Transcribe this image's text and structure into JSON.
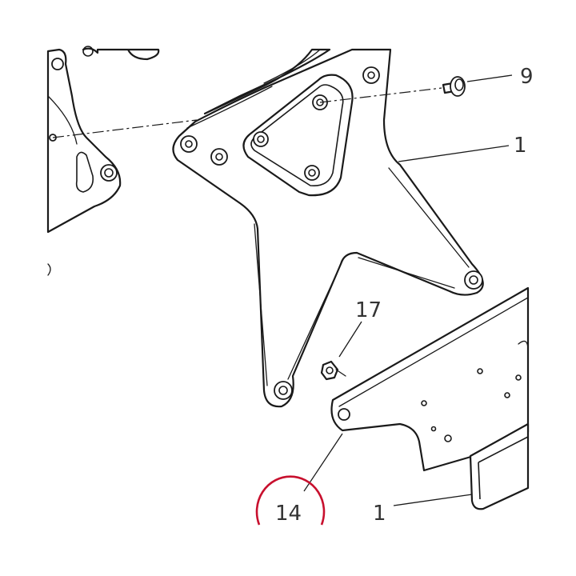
{
  "callouts": {
    "label_9": "9",
    "label_1_top": "1",
    "label_17": "17",
    "label_14": "14",
    "label_1_bottom": "1"
  },
  "colors": {
    "highlight": "#c8102e",
    "line": "#1a1a1a"
  }
}
